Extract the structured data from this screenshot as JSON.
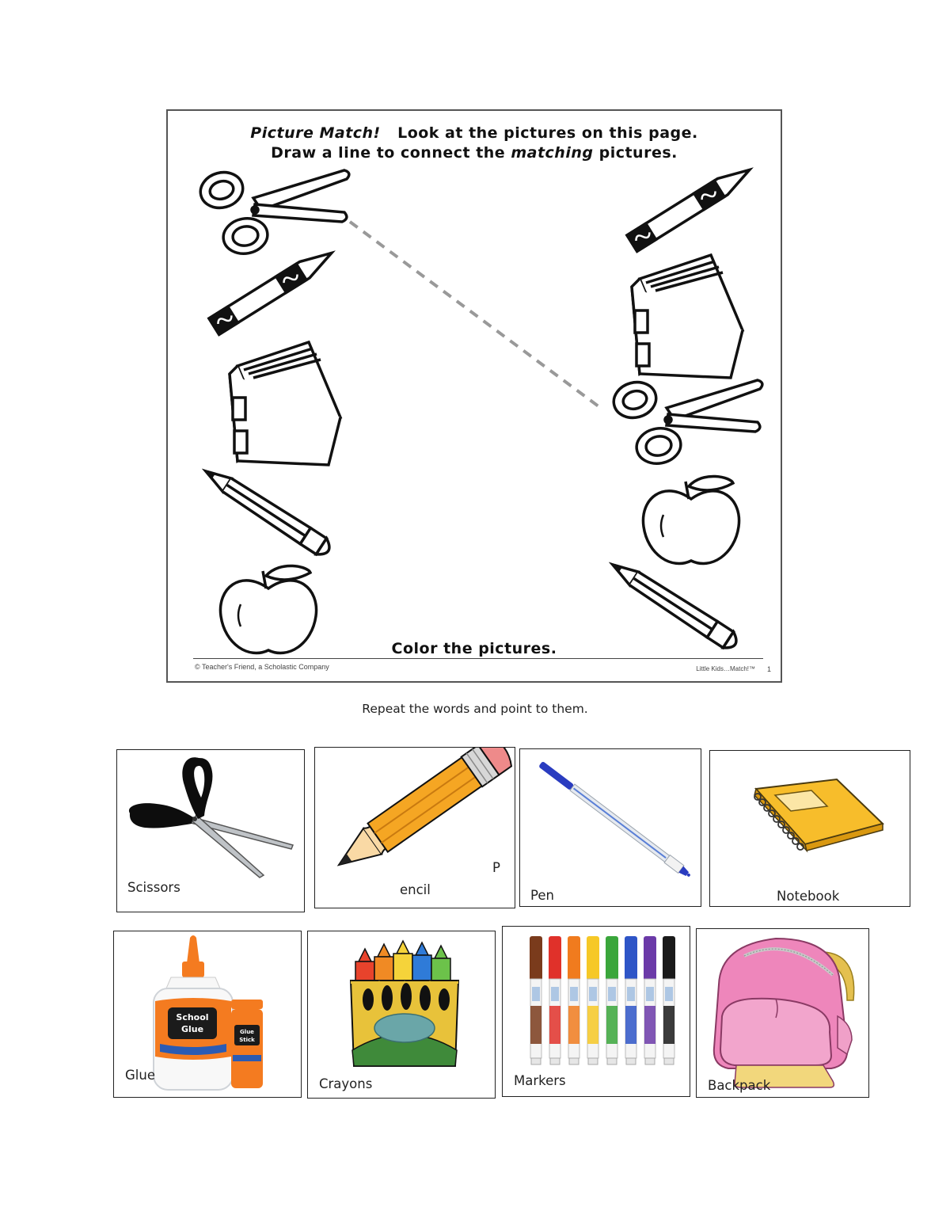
{
  "worksheet": {
    "title_parts": [
      "Picture Match!",
      "Look at the pictures on this page."
    ],
    "line2_parts": [
      "Draw a line to connect the",
      "matching",
      "pictures."
    ],
    "color_text": "Color the pictures.",
    "copyright": "© Teacher's Friend, a Scholastic Company",
    "series": "Little Kids…Match!™",
    "page_number": "1"
  },
  "instruction": "Repeat the words and point to them.",
  "cards": [
    {
      "label": "Scissors",
      "icon": "scissors-icon"
    },
    {
      "label": "encil",
      "extra": "P",
      "icon": "pencil-icon"
    },
    {
      "label": "Pen",
      "icon": "pen-icon"
    },
    {
      "label": "Notebook",
      "icon": "notebook-icon"
    },
    {
      "label": "Glue",
      "icon": "glue-icon",
      "bottle_text": [
        "School",
        "Glue"
      ],
      "stick_text": [
        "Glue",
        "Stick"
      ]
    },
    {
      "label": "Crayons",
      "icon": "crayons-icon"
    },
    {
      "label": "Markers",
      "icon": "markers-icon"
    },
    {
      "label": "Backpack",
      "icon": "backpack-icon"
    }
  ],
  "colors": {
    "pencil": "#f5a623",
    "notebook": "#f7bd2b",
    "glue_orange": "#f47b20",
    "crayon_box": "#e8c23a",
    "backpack": "#ee86bb"
  }
}
